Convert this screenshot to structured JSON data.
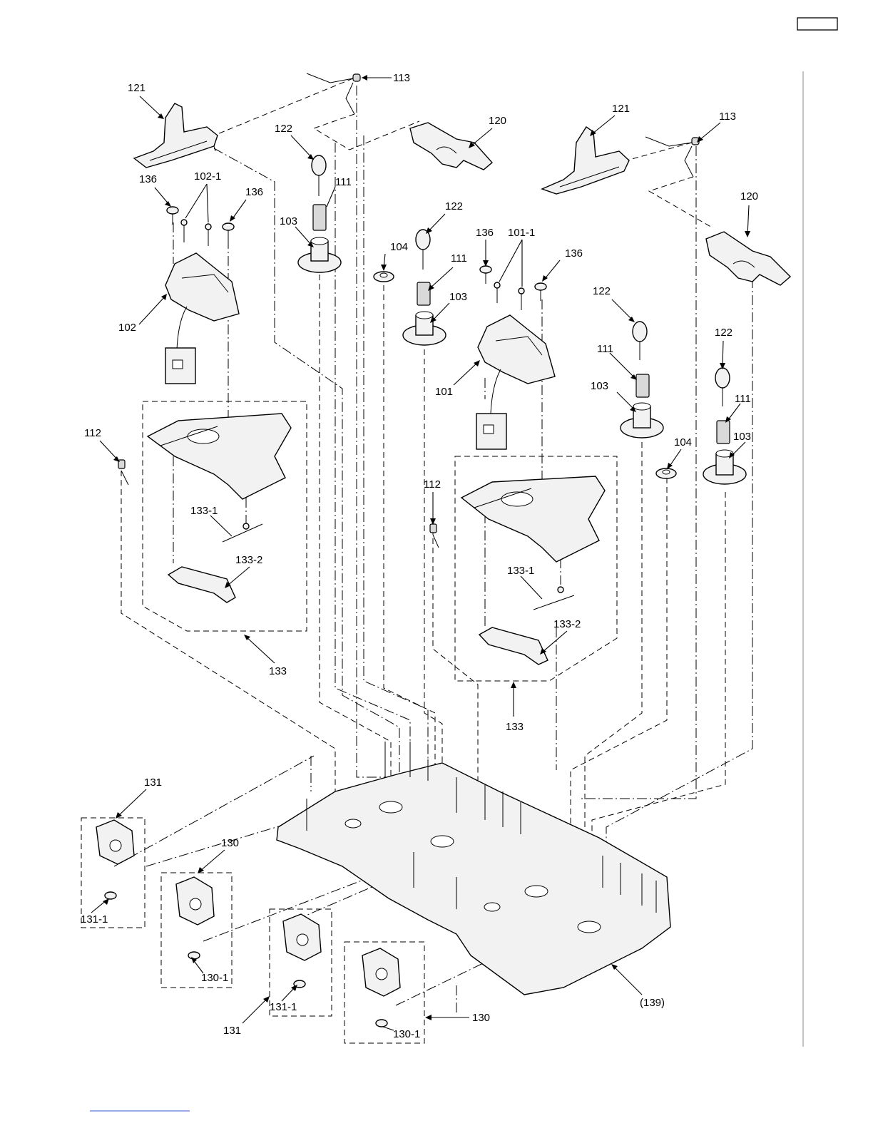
{
  "header": {
    "corner_box_label": ""
  },
  "callouts": [
    {
      "id": "c121a",
      "text": "121"
    },
    {
      "id": "c113a",
      "text": "113"
    },
    {
      "id": "c122a",
      "text": "122"
    },
    {
      "id": "c120a",
      "text": "120"
    },
    {
      "id": "c121b",
      "text": "121"
    },
    {
      "id": "c113b",
      "text": "113"
    },
    {
      "id": "c136a",
      "text": "136"
    },
    {
      "id": "c1021",
      "text": "102-1"
    },
    {
      "id": "c136b",
      "text": "136"
    },
    {
      "id": "c111a",
      "text": "111"
    },
    {
      "id": "c103a",
      "text": "103"
    },
    {
      "id": "c120b",
      "text": "120"
    },
    {
      "id": "c122b",
      "text": "122"
    },
    {
      "id": "c104a",
      "text": "104"
    },
    {
      "id": "c111b",
      "text": "111"
    },
    {
      "id": "c136c",
      "text": "136"
    },
    {
      "id": "c1011",
      "text": "101-1"
    },
    {
      "id": "c136d",
      "text": "136"
    },
    {
      "id": "c122c",
      "text": "122"
    },
    {
      "id": "c103b",
      "text": "103"
    },
    {
      "id": "c102",
      "text": "102"
    },
    {
      "id": "c101",
      "text": "101"
    },
    {
      "id": "c111c",
      "text": "111"
    },
    {
      "id": "c122d",
      "text": "122"
    },
    {
      "id": "c103c",
      "text": "103"
    },
    {
      "id": "c111d",
      "text": "111"
    },
    {
      "id": "c103d",
      "text": "103"
    },
    {
      "id": "c112a",
      "text": "112"
    },
    {
      "id": "c104b",
      "text": "104"
    },
    {
      "id": "c112b",
      "text": "112"
    },
    {
      "id": "c1331a",
      "text": "133-1"
    },
    {
      "id": "c1332a",
      "text": "133-2"
    },
    {
      "id": "c1331b",
      "text": "133-1"
    },
    {
      "id": "c1332b",
      "text": "133-2"
    },
    {
      "id": "c133a",
      "text": "133"
    },
    {
      "id": "c133b",
      "text": "133"
    },
    {
      "id": "c131a",
      "text": "131"
    },
    {
      "id": "c130a",
      "text": "130"
    },
    {
      "id": "c1311a",
      "text": "131-1"
    },
    {
      "id": "c1301a",
      "text": "130-1"
    },
    {
      "id": "c131b",
      "text": "131"
    },
    {
      "id": "c1311b",
      "text": "131-1"
    },
    {
      "id": "c130b",
      "text": "130"
    },
    {
      "id": "c1301b",
      "text": "130-1"
    },
    {
      "id": "c139",
      "text": "(139)"
    }
  ]
}
